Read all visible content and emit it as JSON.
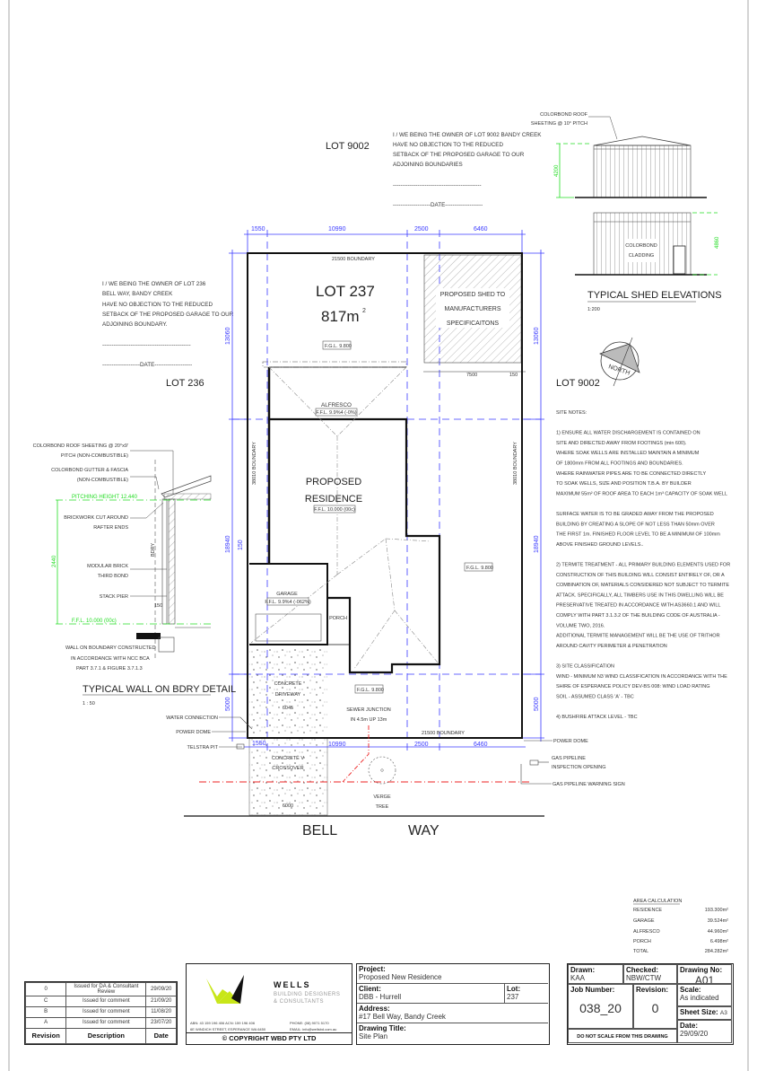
{
  "drawing": {
    "lot_main": "LOT 237",
    "lot_area": "817m",
    "lot_area_sup": "2",
    "lot_north": "LOT 9002",
    "lot_east": "LOT 9002",
    "lot_west": "LOT 236",
    "street_1": "BELL",
    "street_2": "WAY",
    "shed_label": [
      "PROPOSED SHED TO",
      "MANUFACTURERS",
      "SPECIFICAITONS"
    ],
    "alfresco": "ALFRESCO",
    "alfresco_ffl": "F.F.L. 9.9%4 (-0%)",
    "residence": [
      "PROPOSED",
      "RESIDENCE"
    ],
    "residence_ffl": "F.F.L. 10.000 (00c)",
    "garage": "GARAGE",
    "garage_ffl": "F.F.L. 9.9%4 (-062%)",
    "porch": "PORCH",
    "fgl_top": "F.G.L. 9.800",
    "fgl_right": "F.G.L. 9.800",
    "fgl_front": "F.G.L. 9.800",
    "driveway": [
      "CONCRETE",
      "DRIVEWAY"
    ],
    "driveway_width": "6045",
    "crossover": [
      "CONCRETE V",
      "CROSSOVER"
    ],
    "crossover_width": "6000",
    "sewer": [
      "SEWER JUNCTION",
      "IN 4.5m  UP 13m"
    ],
    "verge_tree": [
      "VERGE",
      "TREE"
    ],
    "boundary_top": "21500 BOUNDARY",
    "boundary_bottom": "21500 BOUNDARY",
    "boundary_left": "38010 BOUNDARY",
    "boundary_right": "38010 BOUNDARY",
    "dims_top": [
      "1550",
      "10990",
      "2500",
      "6460"
    ],
    "dims_bottom": [
      "1550",
      "10990",
      "2500",
      "6460"
    ],
    "dims_side": [
      "13060",
      "18940",
      "5000"
    ],
    "dim_150": "150",
    "shed_dims": [
      "7500",
      "150"
    ],
    "north": "NORTH",
    "callouts_left": [
      "WATER CONNECTION",
      "POWER DOME",
      "TELSTRA PIT"
    ],
    "callouts_right": [
      "POWER DOME",
      "GAS PIPELINE",
      "INSPECTION OPENING",
      "GAS PIPELINE WARNING SIGN"
    ]
  },
  "consent_9002": {
    "lines": [
      "I / WE BEING THE OWNER OF LOT 9002 BANDY CREEK",
      "HAVE NO OBJECTION TO THE REDUCED",
      "SETBACK OF THE PROPOSED GARAGE TO OUR",
      "ADJOINING BOUNDARIES"
    ],
    "signature": "-----------------------------------------------",
    "date": "--------------------DATE--------------------"
  },
  "consent_236": {
    "lines": [
      "I / WE BEING THE OWNER OF LOT 236",
      "BELL WAY, BANDY CREEK",
      "HAVE NO OBJECTION TO THE REDUCED",
      "SETBACK OF THE PROPOSED GARAGE TO OUR",
      "ADJOINING BOUNDARY."
    ],
    "signature": "-----------------------------------------------",
    "date": "--------------------DATE--------------------"
  },
  "shed_elevations": {
    "roof_note": [
      "COLORBOND ROOF",
      "SHEETING @ 10° PITCH"
    ],
    "cladding": [
      "COLORBOND",
      "CLADDING"
    ],
    "height_1": "4200",
    "height_2": "4860",
    "title": "TYPICAL SHED ELEVATIONS",
    "scale": "1:200"
  },
  "wall_detail": {
    "notes": [
      [
        "COLORBOND ROOF SHEETING @ 20°x9'",
        "PITCH (NON-COMBUSTIBLE)"
      ],
      [
        "COLORBOND GUTTER & FASCIA",
        "(NON-COMBUSTIBLE)"
      ],
      [
        "BRICKWORK CUT AROUND",
        "RAFTER ENDS"
      ],
      [
        "MODULAR BRICK",
        "THIRD BOND"
      ],
      [
        "STACK PIER"
      ]
    ],
    "pitching_height": "PITCHING HEIGHT 12.440",
    "ffl": "F.F.L. 10.000 (00c)",
    "height": "2440",
    "bdry": "BDRY",
    "dim": "150",
    "boundary_note": [
      "WALL ON BOUNDARY CONSTRUCTED",
      "IN ACCORDANCE WITH NCC BCA",
      "PART 3.7.1 & FIGURE 3.7.1.3"
    ],
    "title": "TYPICAL WALL ON BDRY DETAIL",
    "scale": "1 : 50"
  },
  "site_notes": [
    "SITE NOTES:",
    "",
    "1) ENSURE ALL WATER DISCHARGEMENT IS CONTAINED ON",
    "SITE AND DIRECTED AWAY FROM  FOOTINGS (min 600).",
    "WHERE SOAK WELLS ARE INSTALLED MAINTAIN A MINIMUM",
    "OF 1800mm FROM ALL FOOTINGS AND BOUNDARIES.",
    "WHERE RAINWATER PIPES ARE TO BE CONNECTED DIRECTLY",
    "TO SOAK WELLS, SIZE AND POSITION T.B.A. BY BUILDER",
    "MAXIMUM  55m² OF ROOF AREA TO EACH 1m³ CAPACITY OF SOAK WELL",
    "",
    "SURFACE WATER IS TO BE GRADED AWAY FROM THE PROPOSED",
    "BUILDING BY CREATING A SLOPE OF NOT LESS THAN 50mm OVER",
    "THE FIRST 1m. FINISHED FLOOR LEVEL TO BE A MINIMUM OF 100mm",
    "ABOVE FINISHED GROUND LEVELS..",
    "",
    "2) TERMITE TREATMENT - ALL PRIMARY BUILDING ELEMENTS USED FOR",
    "CONSTRUCTION OF THIS BUILDING WILL CONSIST ENTIRELY OF, OR A",
    "COMBINATION OF, MATERIALS CONSIDERED NOT SUBJECT TO TERMITE",
    "ATTACK. SPECIFICALLY, ALL TIMBERS USE IN THIS DWELLING WILL BE",
    "PRESERVATIVE TREATED IN ACCORDANCE WITH AS3660.1 AND WILL",
    "COMPLY WITH PART 3.1.3.2 OF THE BUILDING CODE OF AUSTRALIA -",
    "VOLUME TWO, 2016.",
    "ADDITIONAL TERMITE MANAGEMENT WILL BE THE USE OF TRITHOR",
    "AROUND CAVITY PERIMETER & PENETRATION",
    "",
    "3) SITE CLASSIFICATION",
    "WIND - MINIMUM N3 WIND CLASSIFICATION IN ACCORDANCE WITH THE",
    "SHIRE OF ESPERANCE POLICY DEV-BS 008: WIND LOAD RATING",
    "SOIL - ASSUMED CLASS 'A' - TBC",
    "",
    "4) BUSHFIRE ATTACK LEVEL - TBC"
  ],
  "area_calc": {
    "title": "AREA CALCULATION",
    "rows": [
      {
        "label": "RESIDENCE",
        "value": "193.300m²"
      },
      {
        "label": "GARAGE",
        "value": "39.524m²"
      },
      {
        "label": "ALFRESCO",
        "value": "44.960m²"
      },
      {
        "label": "PORCH",
        "value": "6.498m²"
      },
      {
        "label": "TOTAL",
        "value": "284.282m²"
      }
    ]
  },
  "revisions": {
    "rows": [
      {
        "rev": "0",
        "desc": "Issued for DA & Consultant Review",
        "date": "29/09/20"
      },
      {
        "rev": "C",
        "desc": "Issued for comment",
        "date": "21/09/20"
      },
      {
        "rev": "B",
        "desc": "Issued for comment",
        "date": "11/08/20"
      },
      {
        "rev": "A",
        "desc": "Issued for comment",
        "date": "23/07/20"
      }
    ],
    "headers": {
      "rev": "Revision",
      "desc": "Description",
      "date": "Date"
    }
  },
  "company": {
    "name": "WELLS",
    "tagline_1": "BUILDING DESIGNERS",
    "tagline_2": "& CONSULTANTS",
    "abn": "ABN: 43 159 196 406  ACN: 159 196 406",
    "address": "6E WINDICH STREET, ESPERANCE WA 6450",
    "phone": "PHONE: (08) 9071 5170",
    "email": "EMAIL: info@wellsbd.com.au",
    "copyright": "© COPYRIGHT WBD PTY LTD",
    "colors": {
      "lime": "#c8e619",
      "black": "#111111"
    }
  },
  "project_block": {
    "project_label": "Project:",
    "project": "Proposed New Residence",
    "client_label": "Client:",
    "client": "DBB - Hurrell",
    "lot_label": "Lot:",
    "lot": "237",
    "address_label": "Address:",
    "address": "#17 Bell Way, Bandy Creek",
    "title_label": "Drawing Title:",
    "title": "Site Plan"
  },
  "info_block": {
    "drawn_label": "Drawn:",
    "drawn": "KAA",
    "checked_label": "Checked:",
    "checked": "NBW/CTW",
    "drawing_no_label": "Drawing No:",
    "drawing_no": "A01",
    "job_label": "Job Number:",
    "job": "038_20",
    "revision_label": "Revision:",
    "revision": "0",
    "scale_label": "Scale:",
    "scale": "As indicated",
    "sheet_label": "Sheet Size:",
    "sheet": "A3",
    "date_label": "Date:",
    "date": "29/09/20",
    "warning": "DO NOT SCALE FROM THIS DRAWING"
  }
}
